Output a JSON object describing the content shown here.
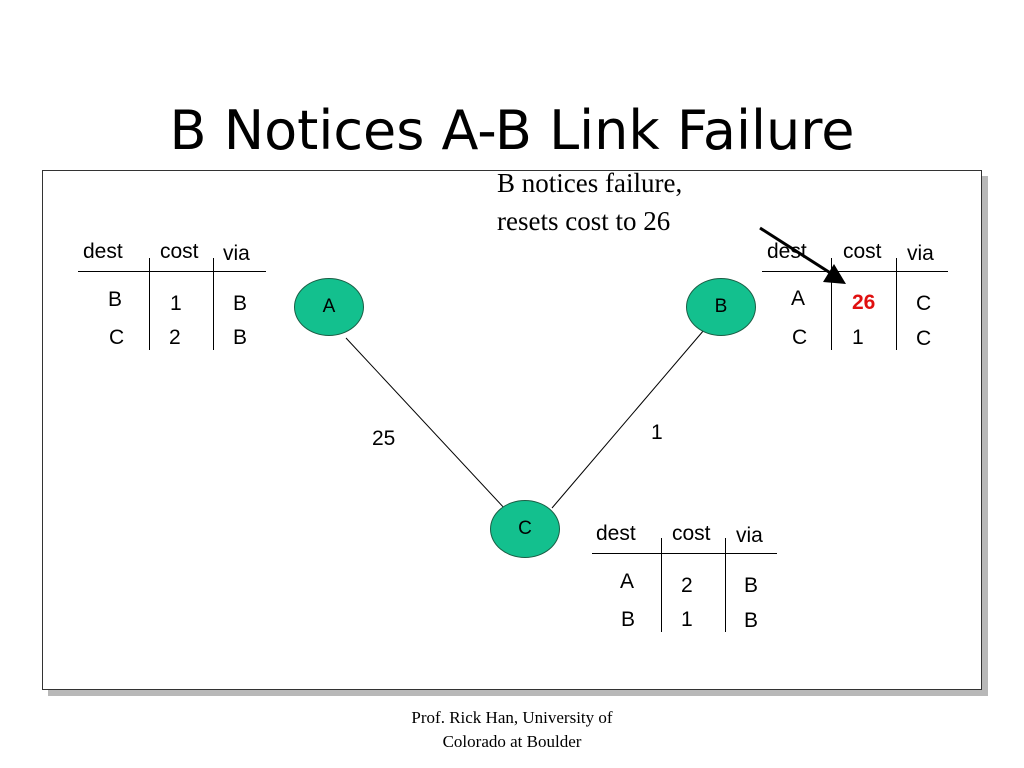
{
  "title": "B Notices A-B Link Failure",
  "callout": {
    "line1": "B notices failure,",
    "line2": "resets cost to 26"
  },
  "nodes": [
    {
      "id": "a",
      "label": "A"
    },
    {
      "id": "b",
      "label": "B"
    },
    {
      "id": "c",
      "label": "C"
    }
  ],
  "edges": [
    {
      "from": "A",
      "to": "C",
      "cost": "25"
    },
    {
      "from": "B",
      "to": "C",
      "cost": "1"
    }
  ],
  "tables": {
    "headers": {
      "dest": "dest",
      "cost": "cost",
      "via": "via"
    },
    "a": [
      {
        "dest": "B",
        "cost": "1",
        "via": "B"
      },
      {
        "dest": "C",
        "cost": "2",
        "via": "B"
      }
    ],
    "b": [
      {
        "dest": "A",
        "cost": "26",
        "via": "C",
        "highlight": true
      },
      {
        "dest": "C",
        "cost": "1",
        "via": "C"
      }
    ],
    "c": [
      {
        "dest": "A",
        "cost": "2",
        "via": "B"
      },
      {
        "dest": "B",
        "cost": "1",
        "via": "B"
      }
    ]
  },
  "colors": {
    "node_fill": "#13c08e",
    "highlight": "#e01010"
  },
  "footer": {
    "line1": "Prof. Rick Han, University of",
    "line2": "Colorado at Boulder"
  }
}
